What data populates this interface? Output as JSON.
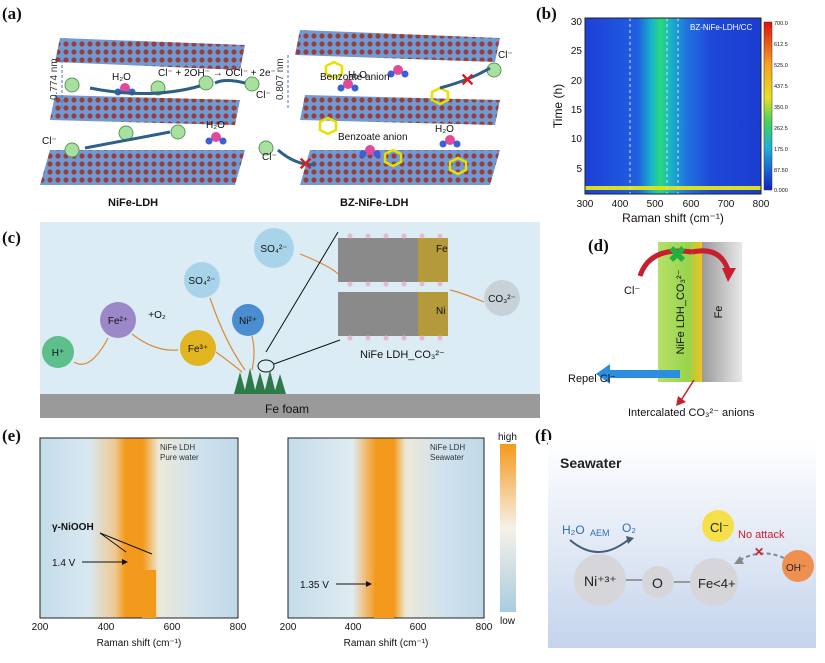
{
  "panels": {
    "a": {
      "label": "(a)",
      "left_title": "NiFe-LDH",
      "right_title": "BZ-NiFe-LDH",
      "spacing_left": "0.774 nm",
      "spacing_right": "0.807 nm",
      "reaction": "Cl⁻ + 2OH⁻ → OCl⁻ + 2e⁻",
      "cl": "Cl⁻",
      "h2o": "H₂O",
      "benzoate_1": "Benzoate anion",
      "benzoate_2": "Benzoate anion"
    },
    "b": {
      "label": "(b)",
      "inset": "BZ-NiFe-LDH/CC",
      "ylabel": "Time (h)",
      "xlabel": "Raman shift (cm⁻¹)",
      "xticks": [
        "300",
        "400",
        "500",
        "600",
        "700",
        "800"
      ],
      "yticks": [
        "5",
        "10",
        "15",
        "20",
        "25",
        "30"
      ],
      "colorbar_ticks": [
        "700.0",
        "612.5",
        "525.0",
        "437.5",
        "350.0",
        "262.5",
        "175.0",
        "87.50",
        "0.000"
      ]
    },
    "c": {
      "label": "(c)",
      "h": "H⁺",
      "fe2": "Fe²⁺",
      "o2": "+O₂",
      "fe3": "Fe³⁺",
      "so4_a": "SO₄²⁻",
      "so4_b": "SO₄²⁻",
      "ni": "Ni²⁺",
      "co3": "CO₃²⁻",
      "ldh": "NiFe LDH_CO₃²⁻",
      "foam": "Fe foam",
      "fe_atom": "Fe",
      "ni_atom": "Ni"
    },
    "d": {
      "label": "(d)",
      "cl": "Cl⁻",
      "ldh": "NiFe LDH_CO₃²⁻",
      "fe": "Fe",
      "repel": "Repel Cl⁻",
      "intercalated": "Intercalated CO₃²⁻ anions"
    },
    "e": {
      "label": "(e)",
      "left_title_1": "NiFe LDH",
      "left_title_2": "Pure water",
      "right_title_1": "NiFe LDH",
      "right_title_2": "Seawater",
      "nioh": "γ-NiOOH",
      "v_left": "1.4 V",
      "v_right": "1.35 V",
      "xlabel_left": "Raman shift (cm⁻¹)",
      "xlabel_right": "Raman shift (cm⁻¹)",
      "xticks": [
        "200",
        "400",
        "600",
        "800"
      ],
      "bar_high": "high",
      "bar_low": "low"
    },
    "f": {
      "label": "(f)",
      "title": "Seawater",
      "h2o": "H₂O",
      "aem": "AEM",
      "o2": "O₂",
      "cl": "Cl⁻",
      "no_attack": "No attack",
      "ni": "Ni⁺³⁺",
      "o": "O",
      "fe": "Fe<4+",
      "oh": "OH⁻"
    }
  },
  "colors": {
    "accent_blue": "#2d6fb5",
    "orange": "#f39a1c",
    "green_bar": "#9bd14a",
    "cl_green": "#a8e0a0"
  }
}
